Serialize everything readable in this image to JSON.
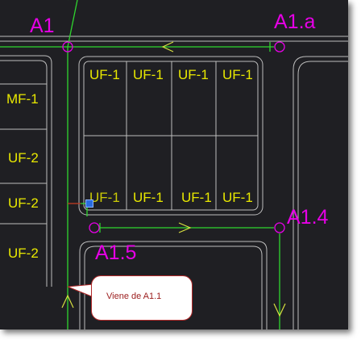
{
  "nodes": {
    "a1": "A1",
    "a1a": "A1.a",
    "a14": "A1.4",
    "a15": "A1.5"
  },
  "units": {
    "block_top_row1": [
      "UF-1",
      "UF-1",
      "UF-1",
      "UF-1"
    ],
    "block_top_row2": [
      "UF-1",
      "UF-1",
      "UF-1",
      "UF-1"
    ],
    "left_column": [
      "MF-1",
      "UF-2",
      "UF-2",
      "UF-2"
    ]
  },
  "callout": {
    "text": "Viene de A1.1"
  },
  "colors": {
    "background": "#1f1f23",
    "pipe_green": "#2fd62f",
    "node_magenta": "#e600e6",
    "unit_yellow": "#e8e800",
    "outline_gray": "#bdbdbd",
    "callout_border": "#b22a2a"
  }
}
